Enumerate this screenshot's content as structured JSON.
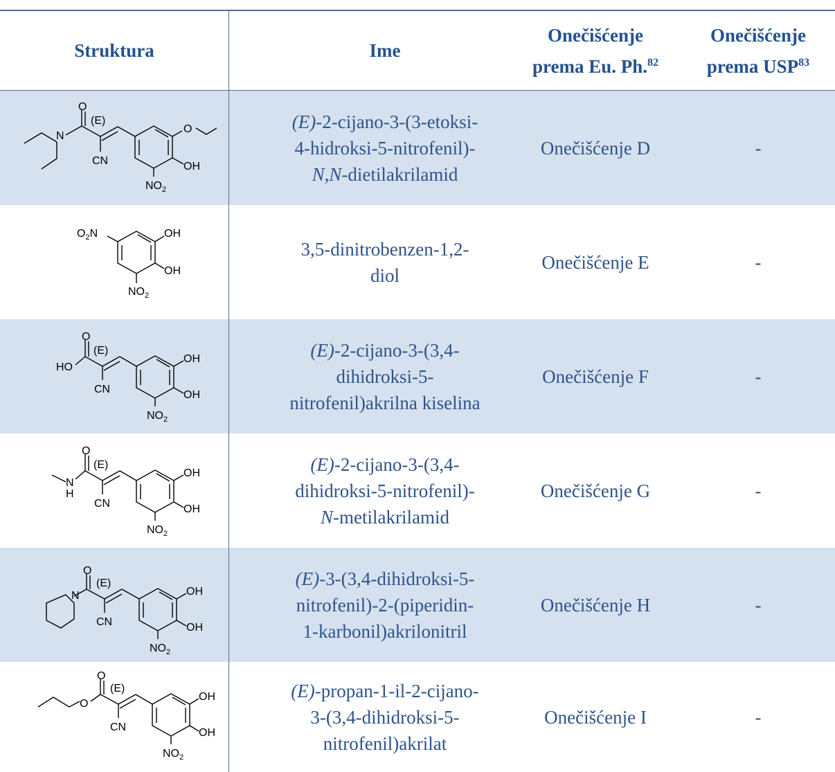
{
  "headers": {
    "structure": "Struktura",
    "name": "Ime",
    "eu_line1": "Onečišćenje",
    "eu_line2": "prema Eu. Ph.",
    "eu_sup": "82",
    "usp_line1": "Onečišćenje",
    "usp_line2": "prema USP",
    "usp_sup": "83"
  },
  "rows": [
    {
      "name_lines": [
        "(E)-2-cijano-3-(3-etoksi-",
        "4-hidroksi-5-nitrofenil)-",
        "N,N-dietilakrilamid"
      ],
      "eu": "Onečišćenje D",
      "usp": "-",
      "labels": {
        "o": "O",
        "e": "(E)",
        "n": "N",
        "cn": "CN",
        "oe": "O",
        "oh": "OH",
        "no2": "NO",
        "no2_sub": "2"
      }
    },
    {
      "name_lines": [
        "3,5-dinitrobenzen-1,2-",
        "diol"
      ],
      "eu": "Onečišćenje E",
      "usp": "-",
      "labels": {
        "o2n": "O",
        "o2n_sub": "2",
        "o2n_n": "N",
        "oh1": "OH",
        "oh2": "OH",
        "no2": "NO",
        "no2_sub": "2"
      }
    },
    {
      "name_lines": [
        "(E)-2-cijano-3-(3,4-",
        "dihidroksi-5-",
        "nitrofenil)akrilna kiselina"
      ],
      "eu": "Onečišćenje F",
      "usp": "-",
      "labels": {
        "o": "O",
        "e": "(E)",
        "ho": "HO",
        "cn": "CN",
        "oh1": "OH",
        "oh2": "OH",
        "no2": "NO",
        "no2_sub": "2"
      }
    },
    {
      "name_lines": [
        "(E)-2-cijano-3-(3,4-",
        "dihidroksi-5-nitrofenil)-",
        "N-metilakrilamid"
      ],
      "eu": "Onečišćenje G",
      "usp": "-",
      "labels": {
        "o": "O",
        "e": "(E)",
        "n": "N",
        "h": "H",
        "cn": "CN",
        "oh1": "OH",
        "oh2": "OH",
        "no2": "NO",
        "no2_sub": "2"
      }
    },
    {
      "name_lines": [
        "(E)-3-(3,4-dihidroksi-5-",
        "nitrofenil)-2-(piperidin-",
        "1-karbonil)akrilonitril"
      ],
      "eu": "Onečišćenje H",
      "usp": "-",
      "labels": {
        "o": "O",
        "e": "(E)",
        "n": "N",
        "cn": "CN",
        "oh1": "OH",
        "oh2": "OH",
        "no2": "NO",
        "no2_sub": "2"
      }
    },
    {
      "name_lines": [
        "(E)-propan-1-il-2-cijano-",
        "3-(3,4-dihidroksi-5-",
        "nitrofenil)akrilat"
      ],
      "eu": "Onečišćenje I",
      "usp": "-",
      "labels": {
        "o": "O",
        "e": "(E)",
        "oe": "O",
        "cn": "CN",
        "oh1": "OH",
        "oh2": "OH",
        "no2": "NO",
        "no2_sub": "2"
      }
    }
  ]
}
